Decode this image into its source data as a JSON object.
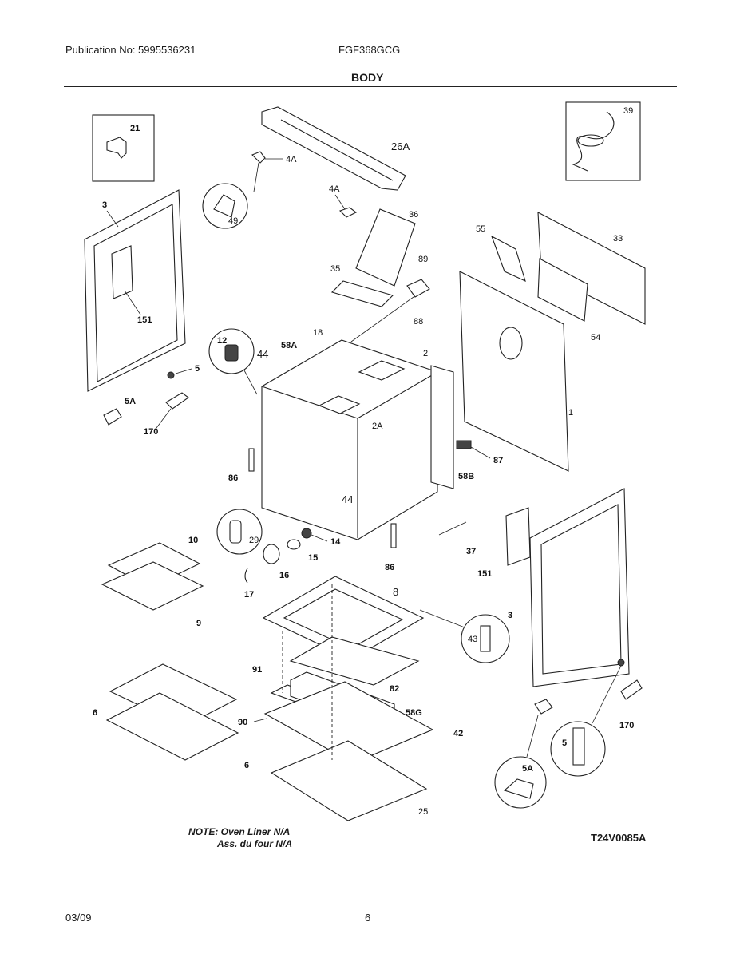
{
  "header": {
    "publication": "Publication No: 5995536231",
    "model": "FGF368GCG",
    "section": "BODY"
  },
  "parts": {
    "p21": "21",
    "p39": "39",
    "p26A": "26A",
    "p4A_top": "4A",
    "p4A_mid": "4A",
    "p3_left": "3",
    "p49": "49",
    "p36": "36",
    "p55": "55",
    "p33": "33",
    "p35": "35",
    "p89": "89",
    "p88": "88",
    "p54": "54",
    "p151_left": "151",
    "p12": "12",
    "p44_top": "44",
    "p58A": "58A",
    "p18": "18",
    "p2": "2",
    "p5_left": "5",
    "p5A_left": "5A",
    "p170_left": "170",
    "p2A": "2A",
    "p1": "1",
    "p87": "87",
    "p86_left": "86",
    "p58B": "58B",
    "p44_mid": "44",
    "p29": "29",
    "p14": "14",
    "p10": "10",
    "p15": "15",
    "p37": "37",
    "p86_right": "86",
    "p151_right": "151",
    "p16": "16",
    "p17": "17",
    "p9": "9",
    "p8": "8",
    "p3_right": "3",
    "p43": "43",
    "p91": "91",
    "p82": "82",
    "p6_top": "6",
    "p58G": "58G",
    "p90": "90",
    "p42": "42",
    "p6_bottom": "6",
    "p5_right": "5",
    "p170_right": "170",
    "p5A_right": "5A",
    "p25": "25"
  },
  "notes": {
    "line1": "NOTE: Oven Liner N/A",
    "line2": "Ass. du four N/A"
  },
  "diagram_code": "T24V0085A",
  "footer": {
    "date": "03/09",
    "page": "6"
  }
}
